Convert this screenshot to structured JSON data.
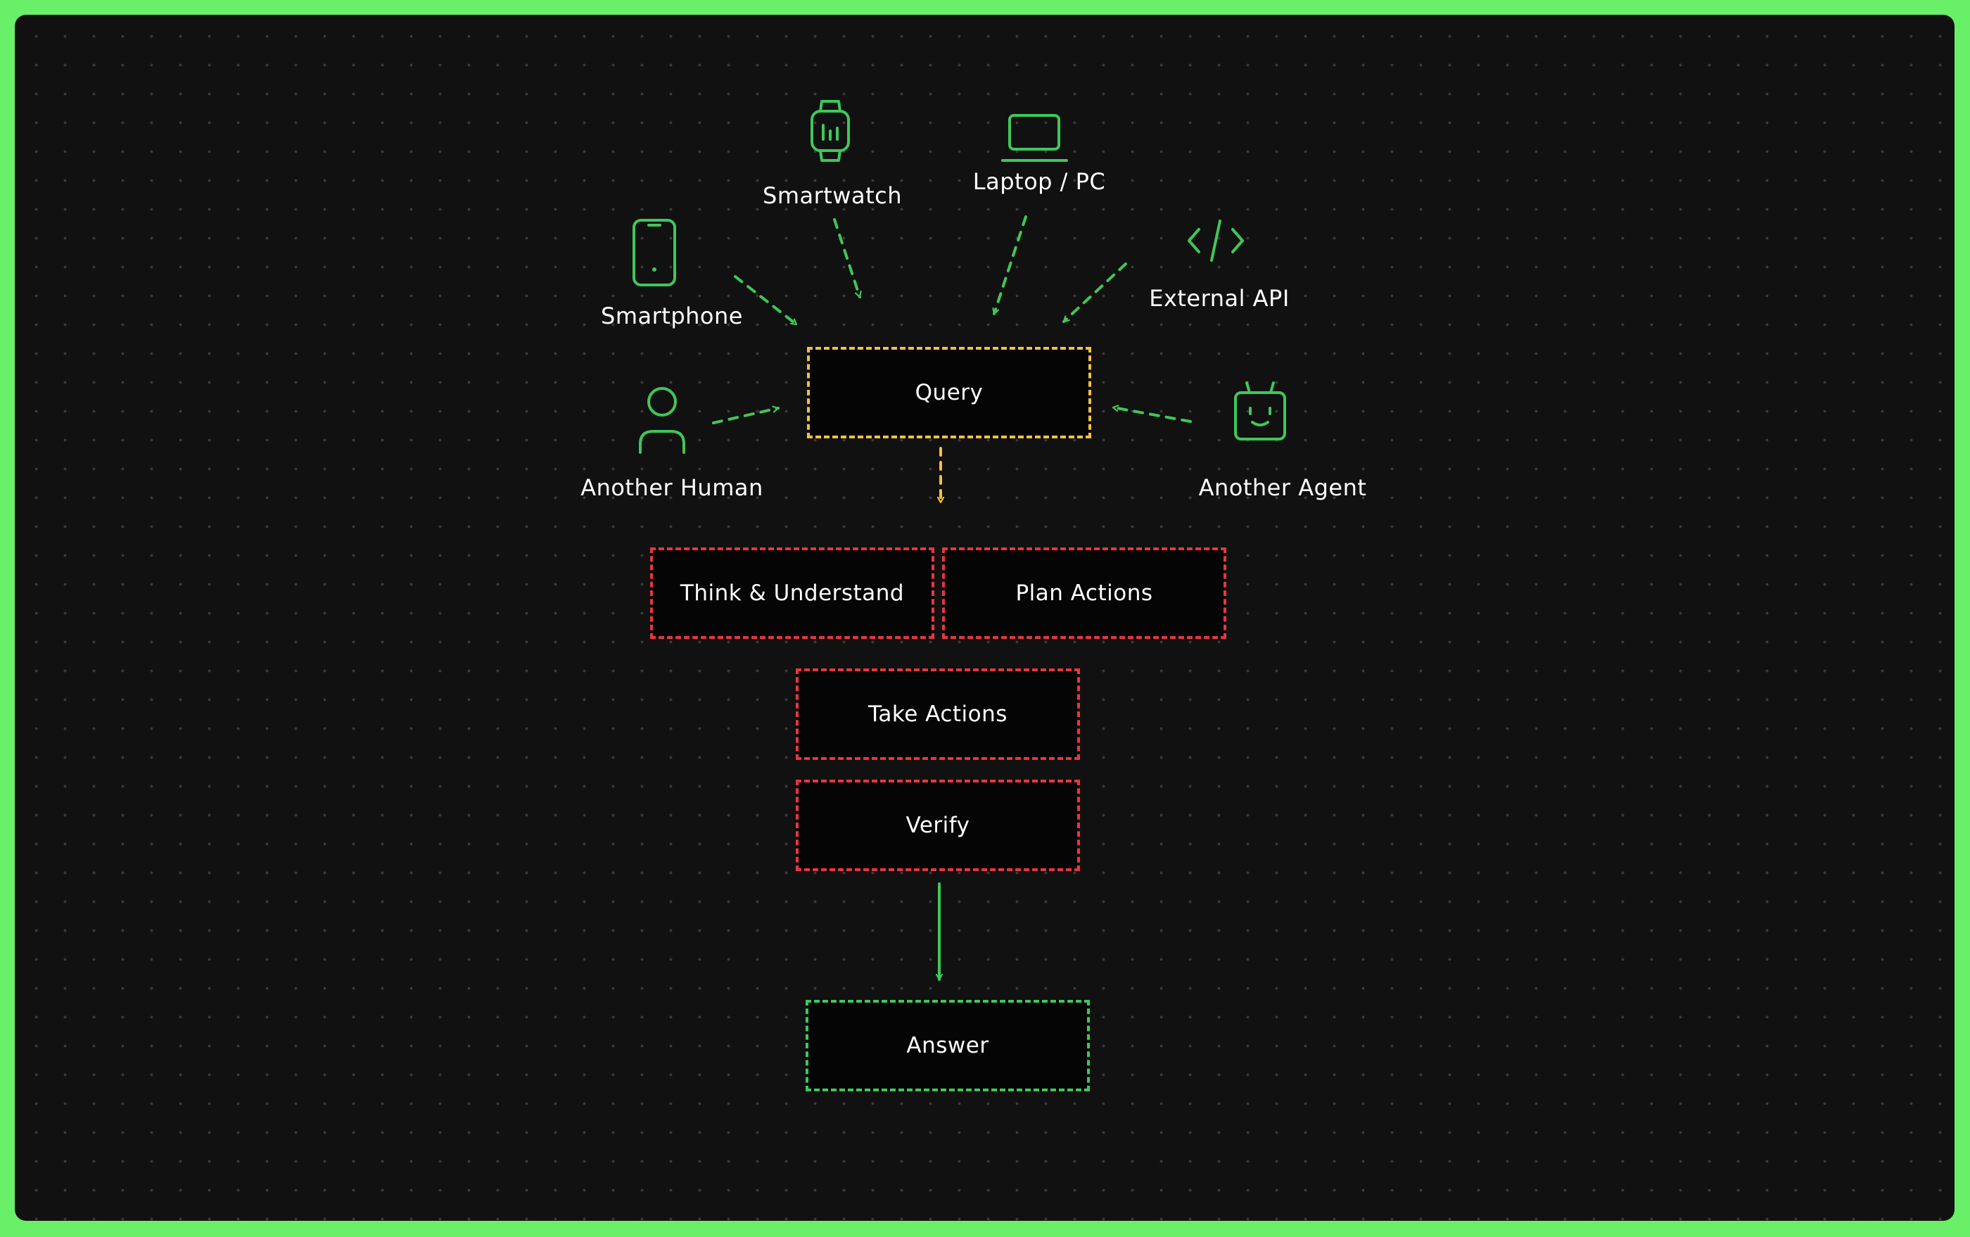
{
  "colors": {
    "outer_background": "#69ef68",
    "canvas_background": "#111111",
    "dot_grid": "#3a3a3a",
    "input_accent": "#3fc75a",
    "query_accent": "#f2c23c",
    "agent_step_accent": "#e8363f",
    "answer_accent": "#3fc75a"
  },
  "sources": {
    "smartwatch": {
      "label": "Smartwatch",
      "icon": "smartwatch-icon"
    },
    "laptop": {
      "label": "Laptop / PC",
      "icon": "laptop-icon"
    },
    "smartphone": {
      "label": "Smartphone",
      "icon": "smartphone-icon"
    },
    "external_api": {
      "label": "External API",
      "icon": "code-icon"
    },
    "human": {
      "label": "Another Human",
      "icon": "person-icon"
    },
    "agent": {
      "label": "Another Agent",
      "icon": "robot-icon"
    }
  },
  "nodes": {
    "query": "Query",
    "think": "Think & Understand",
    "plan": "Plan Actions",
    "take": "Take Actions",
    "verify": "Verify",
    "answer": "Answer"
  }
}
